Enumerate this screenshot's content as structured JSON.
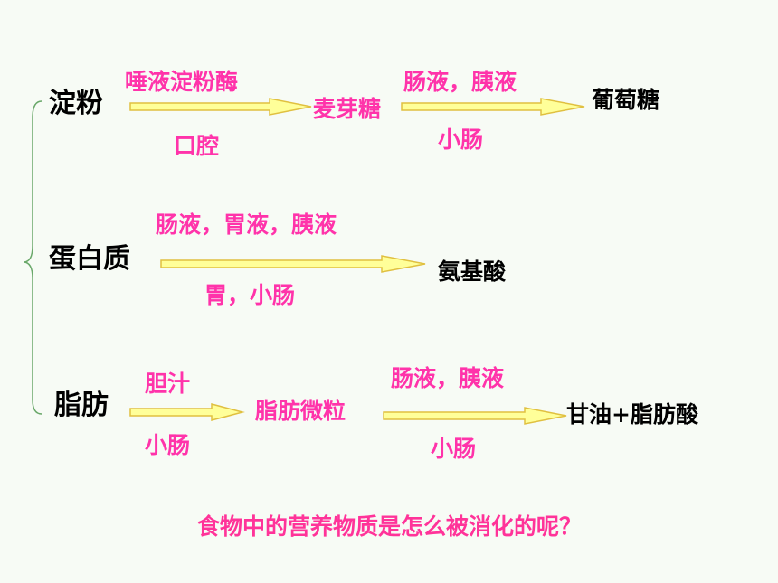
{
  "starch": {
    "label": "淀粉",
    "step1_enzyme": "唾液淀粉酶",
    "step1_place": "口腔",
    "intermediate": "麦芽糖",
    "step2_enzyme": "肠液，胰液",
    "step2_place": "小肠",
    "product": "葡萄糖"
  },
  "protein": {
    "label": "蛋白质",
    "enzyme": "肠液，胃液，胰液",
    "place": "胃，小肠",
    "product": "氨基酸"
  },
  "fat": {
    "label": "脂肪",
    "step1_agent": "胆汁",
    "step1_place": "小肠",
    "intermediate": "脂肪微粒",
    "step2_enzyme": "肠液，胰液",
    "step2_place": "小肠",
    "product": "甘油+脂肪酸"
  },
  "question": "食物中的营养物质是怎么被消化的呢？",
  "colors": {
    "pink_text": "#ff33aa",
    "arrow_fill": "#ffff99",
    "arrow_stroke": "#e0c040",
    "brace": "#6aa86a"
  }
}
